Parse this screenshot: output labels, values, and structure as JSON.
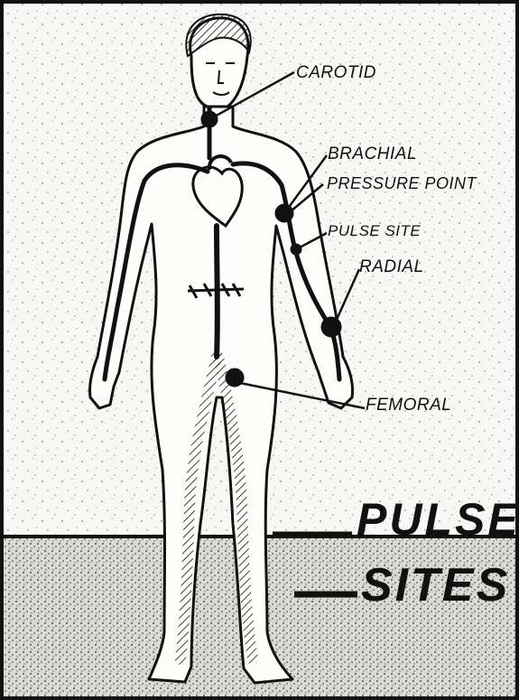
{
  "labels": {
    "carotid": "CAROTID",
    "brachial": "BRACHIAL",
    "pressure_point": "PRESSURE POINT",
    "pulse_site": "PULSE SITE",
    "radial": "RADIAL",
    "femoral": "FEMORAL"
  },
  "title": {
    "line1": "PULSE",
    "line2": "SITES"
  },
  "colors": {
    "ink": "#111111",
    "paper": "#f7f7f5",
    "floor": "#d9d9d5"
  }
}
